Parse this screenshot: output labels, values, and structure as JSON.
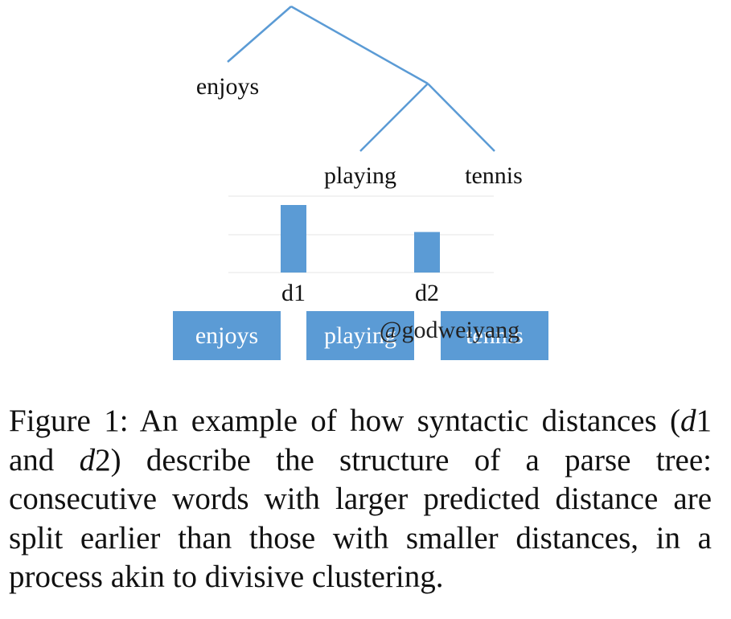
{
  "figure": {
    "tree": {
      "labels": [
        "enjoys",
        "playing",
        "tennis"
      ]
    },
    "distances": {
      "labels": [
        "d1",
        "d2"
      ],
      "values": [
        2,
        1.2
      ]
    },
    "word_boxes": [
      "enjoys",
      "playing",
      "tennis"
    ],
    "watermark": "@godweiyang",
    "colors": {
      "tree_edge": "#5b9bd5",
      "bar": "#5b9bd5",
      "box": "#5b9bd5",
      "gridline": "#e6e6e6"
    }
  },
  "caption": {
    "lead": "Figure 1: An example of how syntactic distances (",
    "d1_var": "d",
    "d1_num": "1",
    "and": " and ",
    "d2_var": "d",
    "d2_num": "2",
    "tail": ") describe the structure of a parse tree: consecutive words with larger predicted distance are split earlier than those with smaller distances, in a process akin to divisive clustering."
  }
}
